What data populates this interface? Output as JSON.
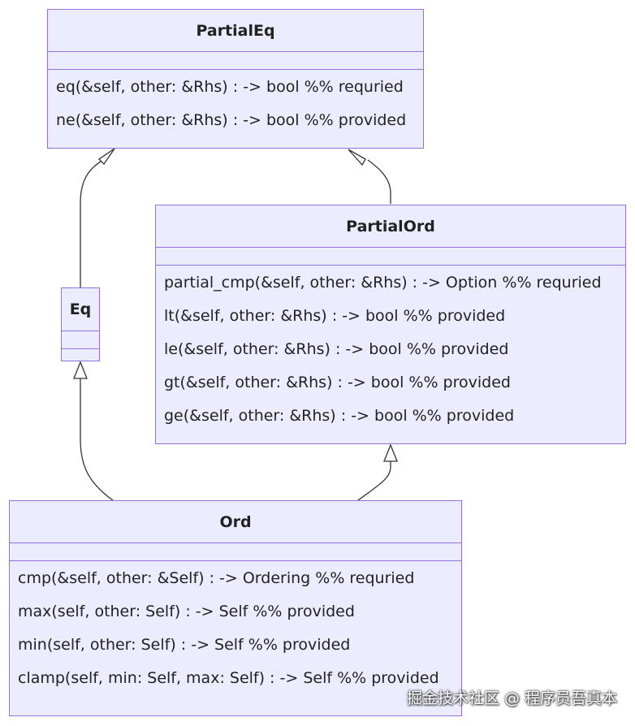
{
  "classes": {
    "partial_eq": {
      "name": "PartialEq",
      "methods": [
        "eq(&self, other: &Rhs) : -> bool %% requried",
        "ne(&self, other: &Rhs) : -> bool %% provided"
      ]
    },
    "partial_ord": {
      "name": "PartialOrd",
      "methods": [
        "partial_cmp(&self, other: &Rhs) : -> Option %% requried",
        "lt(&self, other: &Rhs) : -> bool %% provided",
        "le(&self, other: &Rhs) : -> bool %% provided",
        "gt(&self, other: &Rhs) : -> bool %% provided",
        "ge(&self, other: &Rhs) : -> bool %% provided"
      ]
    },
    "eq": {
      "name": "Eq",
      "methods": []
    },
    "ord": {
      "name": "Ord",
      "methods": [
        "cmp(&self, other: &Self) : -> Ordering %% requried",
        "max(self, other: Self) : -> Self %% provided",
        "min(self, other: Self) : -> Self %% provided",
        "clamp(self, min: Self, max: Self) : -> Self %% provided"
      ]
    }
  },
  "relations": [
    {
      "from": "Eq",
      "to": "PartialEq",
      "type": "inheritance"
    },
    {
      "from": "PartialOrd",
      "to": "PartialEq",
      "type": "inheritance"
    },
    {
      "from": "Ord",
      "to": "Eq",
      "type": "inheritance"
    },
    {
      "from": "Ord",
      "to": "PartialOrd",
      "type": "inheritance"
    }
  ],
  "watermark": "掘金技术社区 @ 程序员吾真本",
  "colors": {
    "box_fill": "#ececff",
    "box_border": "#9370db",
    "edge": "#333333"
  }
}
